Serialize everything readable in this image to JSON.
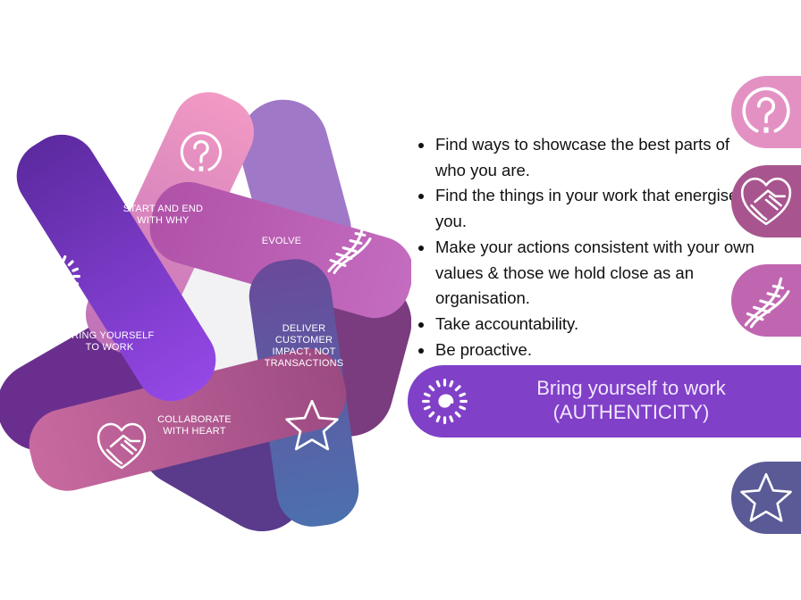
{
  "diagram": {
    "segments": [
      {
        "label": "START AND END WITH WHY",
        "icon": "question-circle-icon"
      },
      {
        "label": "EVOLVE",
        "icon": "dna-icon"
      },
      {
        "label": "DELIVER CUSTOMER IMPACT, NOT TRANSACTIONS",
        "icon": "star-icon"
      },
      {
        "label": "COLLABORATE WITH HEART",
        "icon": "handshake-heart-icon"
      },
      {
        "label": "BRING YOURSELF TO WORK",
        "icon": "sun-spiral-icon"
      }
    ],
    "label_lines": {
      "why": [
        "START AND END",
        "WITH WHY"
      ],
      "evolve": [
        "EVOLVE"
      ],
      "deliver": [
        "DELIVER",
        "CUSTOMER",
        "IMPACT, NOT",
        "TRANSACTIONS"
      ],
      "collab": [
        "COLLABORATE",
        "WITH HEART"
      ],
      "bring": [
        "BRING YOURSELF",
        "TO WORK"
      ]
    }
  },
  "bullets": [
    "Find ways to showcase the best parts of who you are.",
    "Find the things in your work that energise you.",
    "Make your actions consistent with your own values & those we hold close as an organisation.",
    "Take accountability.",
    "Be proactive."
  ],
  "active": {
    "title": "Bring yourself to work",
    "subtitle": "(AUTHENTICITY)",
    "color": "#8040c8"
  },
  "tiles": [
    {
      "icon": "question-circle-icon",
      "color": "#e391c3"
    },
    {
      "icon": "handshake-heart-icon",
      "color": "#a8558f"
    },
    {
      "icon": "dna-icon",
      "color": "#c066b1"
    },
    {
      "icon": "star-icon",
      "color": "#5a5a96"
    }
  ]
}
